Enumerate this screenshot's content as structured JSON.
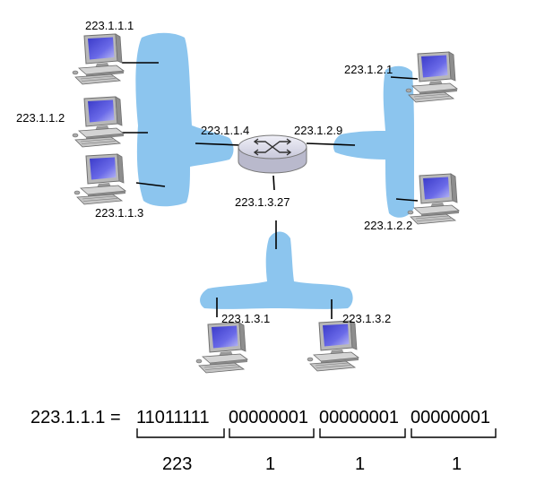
{
  "subnet_1": {
    "hosts": [
      "223.1.1.1",
      "223.1.1.2",
      "223.1.1.3"
    ],
    "router_interface": "223.1.1.4"
  },
  "subnet_2": {
    "hosts": [
      "223.1.2.1",
      "223.1.2.2"
    ],
    "router_interface": "223.1.2.9"
  },
  "subnet_3": {
    "hosts": [
      "223.1.3.1",
      "223.1.3.2"
    ],
    "router_interface": "223.1.3.27"
  },
  "binary": {
    "lhs": "223.1.1.1 =",
    "octets": [
      "11011111",
      "00000001",
      "00000001",
      "00000001"
    ],
    "decimals": [
      "223",
      "1",
      "1",
      "1"
    ]
  },
  "colors": {
    "subnet_fill": "#8cc5ee",
    "router_fill": "#dcdcea",
    "screen_fill": "#5b5bd8",
    "line": "#000000"
  },
  "icons": {
    "host": "desktop-computer-icon",
    "router": "router-icon"
  }
}
